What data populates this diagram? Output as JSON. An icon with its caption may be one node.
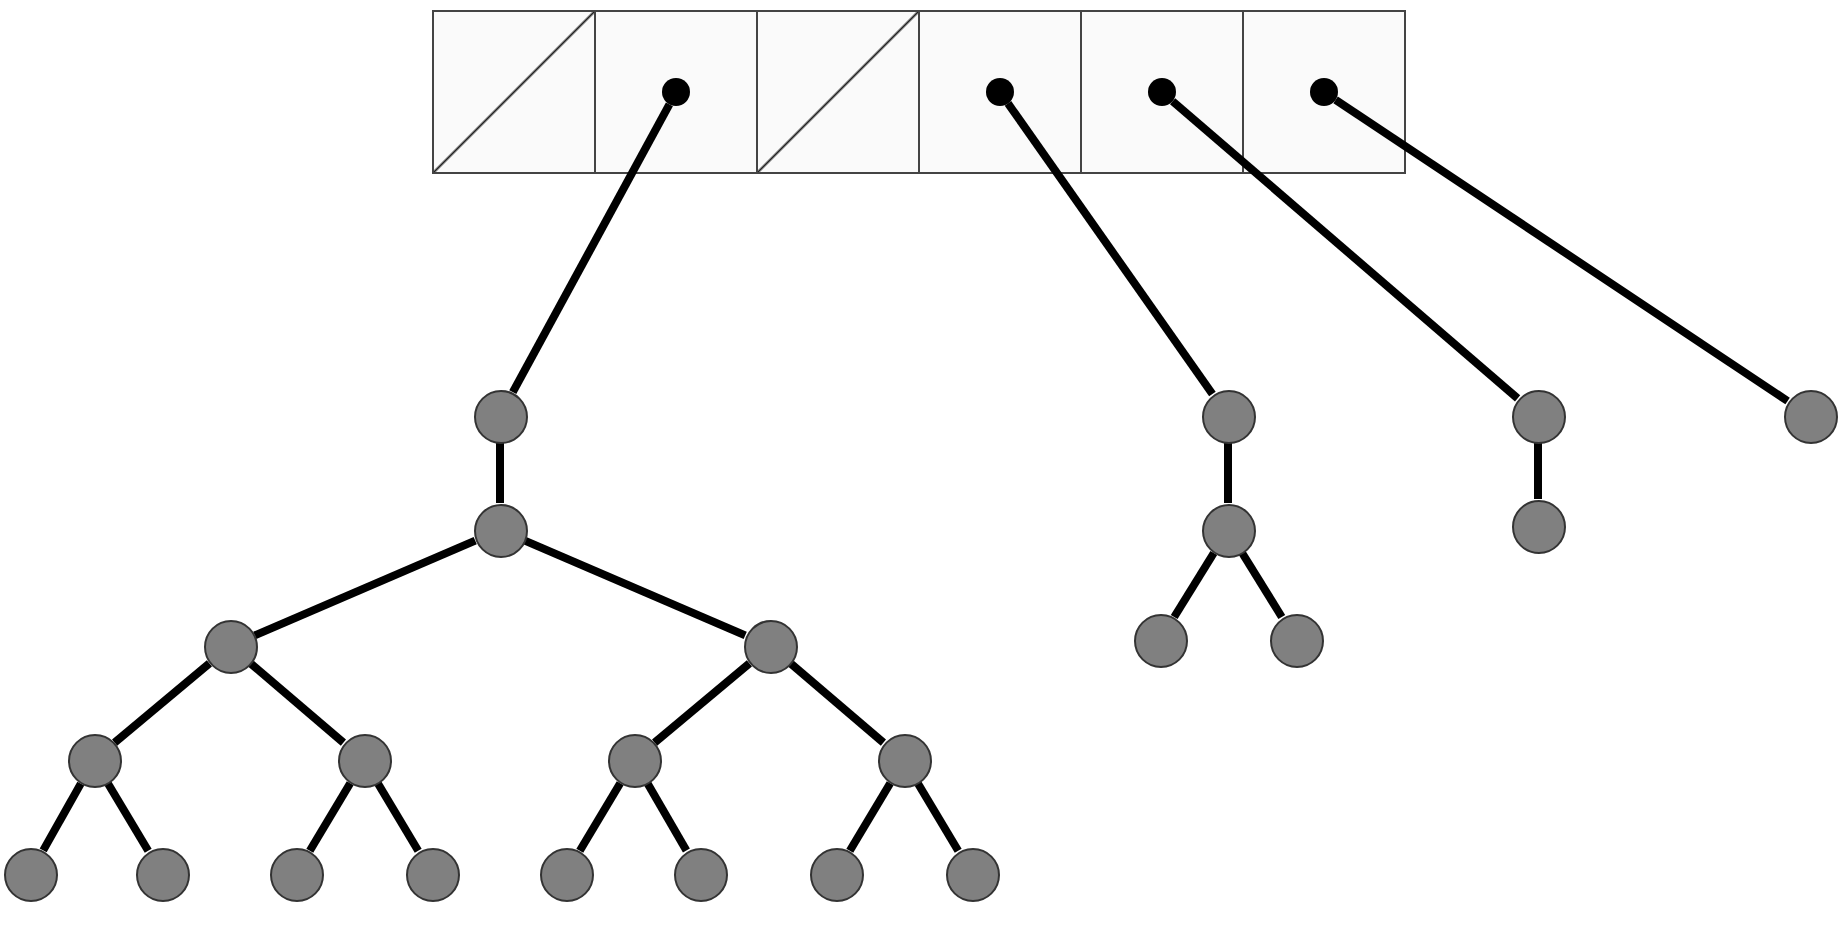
{
  "diagram": {
    "nodes": [
      {
        "text": [],
        "shape": "box"
      },
      {
        "text": [],
        "shape": "box"
      },
      {
        "text": [],
        "shape": "circle",
        "in": 1
      },
      {
        "text": [],
        "shape": "box"
      },
      {
        "text": [],
        "shape": "box"
      },
      {
        "text": [],
        "shape": "circle",
        "in": 4
      },
      {
        "text": [],
        "shape": "box"
      },
      {
        "text": [],
        "shape": "circle",
        "in": 6
      },
      {
        "text": [],
        "shape": "box"
      },
      {
        "text": [],
        "shape": "circle",
        "in": 8
      },
      {
        "text": [],
        "shape": "circle"
      },
      {
        "text": [],
        "shape": "circle"
      },
      {
        "text": [],
        "shape": "circle"
      },
      {
        "text": [],
        "shape": "circle"
      },
      {
        "text": [],
        "shape": "circle"
      },
      {
        "text": [],
        "shape": "circle"
      },
      {
        "text": [],
        "shape": "circle"
      },
      {
        "text": [],
        "shape": "circle"
      },
      {
        "text": [],
        "shape": "circle"
      },
      {
        "text": [],
        "shape": "circle"
      },
      {
        "text": [],
        "shape": "circle"
      },
      {
        "text": [],
        "shape": "circle"
      },
      {
        "text": [],
        "shape": "circle"
      },
      {
        "text": [],
        "shape": "circle"
      },
      {
        "text": [],
        "shape": "circle"
      },
      {
        "text": [],
        "shape": "circle"
      },
      {
        "text": [],
        "shape": "circle"
      },
      {
        "text": [],
        "shape": "circle"
      },
      {
        "text": [],
        "shape": "circle"
      },
      {
        "text": [],
        "shape": "circle"
      },
      {
        "text": [],
        "shape": "circle"
      },
      {
        "text": [],
        "shape": "circle"
      },
      {
        "text": [],
        "shape": "circle"
      }
    ],
    "edges": [
      {
        "from": 2,
        "to": 10,
        "arrow": "none"
      },
      {
        "from": 5,
        "to": 11,
        "arrow": "none"
      },
      {
        "from": 7,
        "to": 12,
        "arrow": "none"
      },
      {
        "from": 9,
        "to": 13,
        "arrow": "none"
      },
      {
        "from": 10,
        "to": 14,
        "arrow": "none"
      },
      {
        "from": 14,
        "to": 17,
        "arrow": "none"
      },
      {
        "from": 14,
        "to": 18,
        "arrow": "none"
      },
      {
        "from": 17,
        "to": 21,
        "arrow": "none"
      },
      {
        "from": 17,
        "to": 22,
        "arrow": "none"
      },
      {
        "from": 18,
        "to": 23,
        "arrow": "none"
      },
      {
        "from": 18,
        "to": 24,
        "arrow": "none"
      },
      {
        "from": 21,
        "to": 25,
        "arrow": "none"
      },
      {
        "from": 21,
        "to": 26,
        "arrow": "none"
      },
      {
        "from": 22,
        "to": 27,
        "arrow": "none"
      },
      {
        "from": 22,
        "to": 28,
        "arrow": "none"
      },
      {
        "from": 23,
        "to": 29,
        "arrow": "none"
      },
      {
        "from": 23,
        "to": 30,
        "arrow": "none"
      },
      {
        "from": 24,
        "to": 31,
        "arrow": "none"
      },
      {
        "from": 24,
        "to": 32,
        "arrow": "none"
      },
      {
        "from": 11,
        "to": 15,
        "arrow": "none"
      },
      {
        "from": 15,
        "to": 19,
        "arrow": "none"
      },
      {
        "from": 15,
        "to": 20,
        "arrow": "none"
      },
      {
        "from": 12,
        "to": 16,
        "arrow": "none"
      }
    ]
  }
}
